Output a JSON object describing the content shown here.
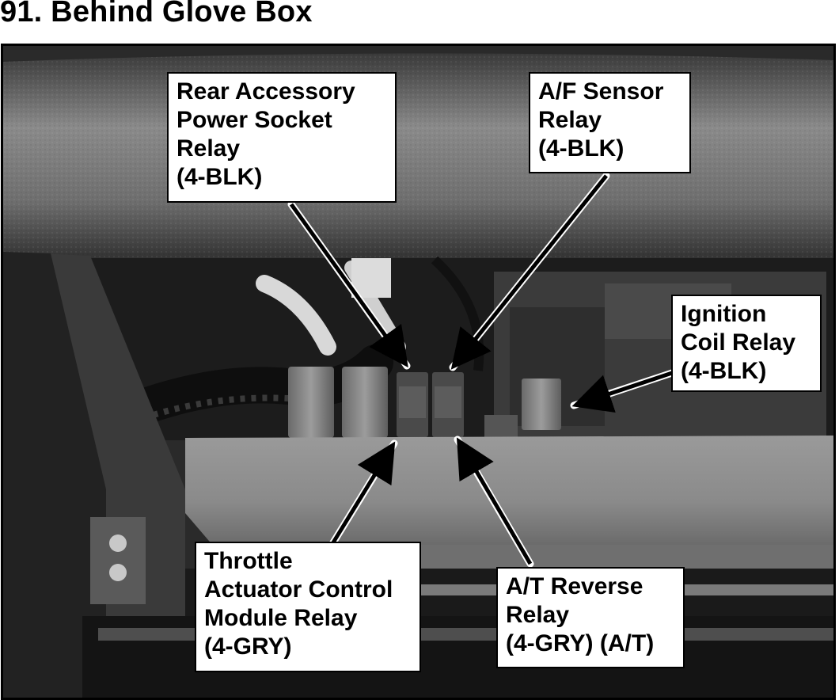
{
  "page": {
    "title": "91. Behind Glove Box"
  },
  "callouts": {
    "rear_accessory": {
      "lines": [
        "Rear Accessory",
        "Power Socket",
        "Relay",
        "(4-BLK)"
      ]
    },
    "af_sensor": {
      "lines": [
        "A/F Sensor",
        "Relay",
        "(4-BLK)"
      ]
    },
    "ignition_coil": {
      "lines": [
        "Ignition",
        "Coil Relay",
        "(4-BLK)"
      ]
    },
    "throttle_actuator": {
      "lines": [
        "Throttle",
        "Actuator Control",
        "Module Relay",
        "(4-GRY)"
      ]
    },
    "at_reverse": {
      "lines": [
        "A/T Reverse",
        "Relay",
        "(4-GRY) (A/T)"
      ]
    }
  },
  "colors": {
    "arrow": "#000000",
    "label_bg": "#ffffff",
    "frame": "#000000"
  }
}
